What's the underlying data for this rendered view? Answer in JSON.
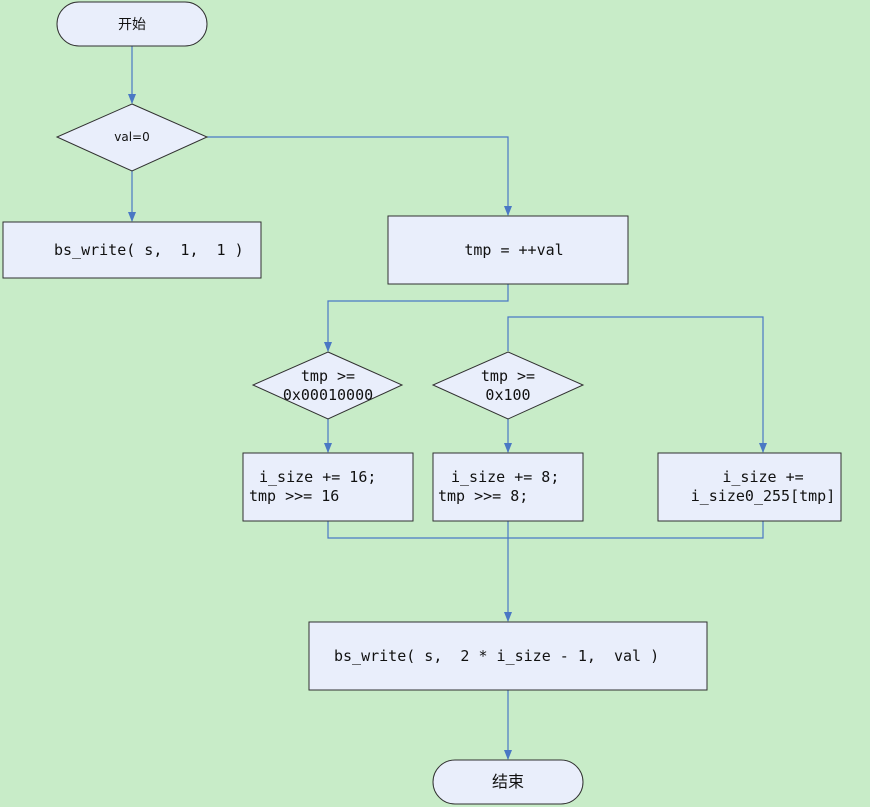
{
  "nodes": {
    "start": {
      "label": "开始"
    },
    "decision_val0": {
      "label": "val=0"
    },
    "write_one": {
      "label": "bs_write( s,  1,  1 )"
    },
    "tmp_inc": {
      "label": "tmp = ++val"
    },
    "decision_big": {
      "line1": "tmp >=",
      "line2": "0x00010000"
    },
    "decision_mid": {
      "line1": "tmp >=",
      "line2": "0x100"
    },
    "shift16": {
      "line1": "i_size += 16;",
      "line2": "tmp >>= 16"
    },
    "shift8": {
      "line1": "i_size += 8;",
      "line2": "tmp >>= 8;"
    },
    "lookup": {
      "line1": "i_size +=",
      "line2": "i_size0_255[tmp]"
    },
    "write_final": {
      "label": "bs_write( s,  2 * i_size - 1,  val )"
    },
    "end": {
      "label": "结束"
    }
  },
  "colors": {
    "background": "#c8ecc8",
    "node_fill": "#e9eefb",
    "edge": "#4a78c4"
  }
}
